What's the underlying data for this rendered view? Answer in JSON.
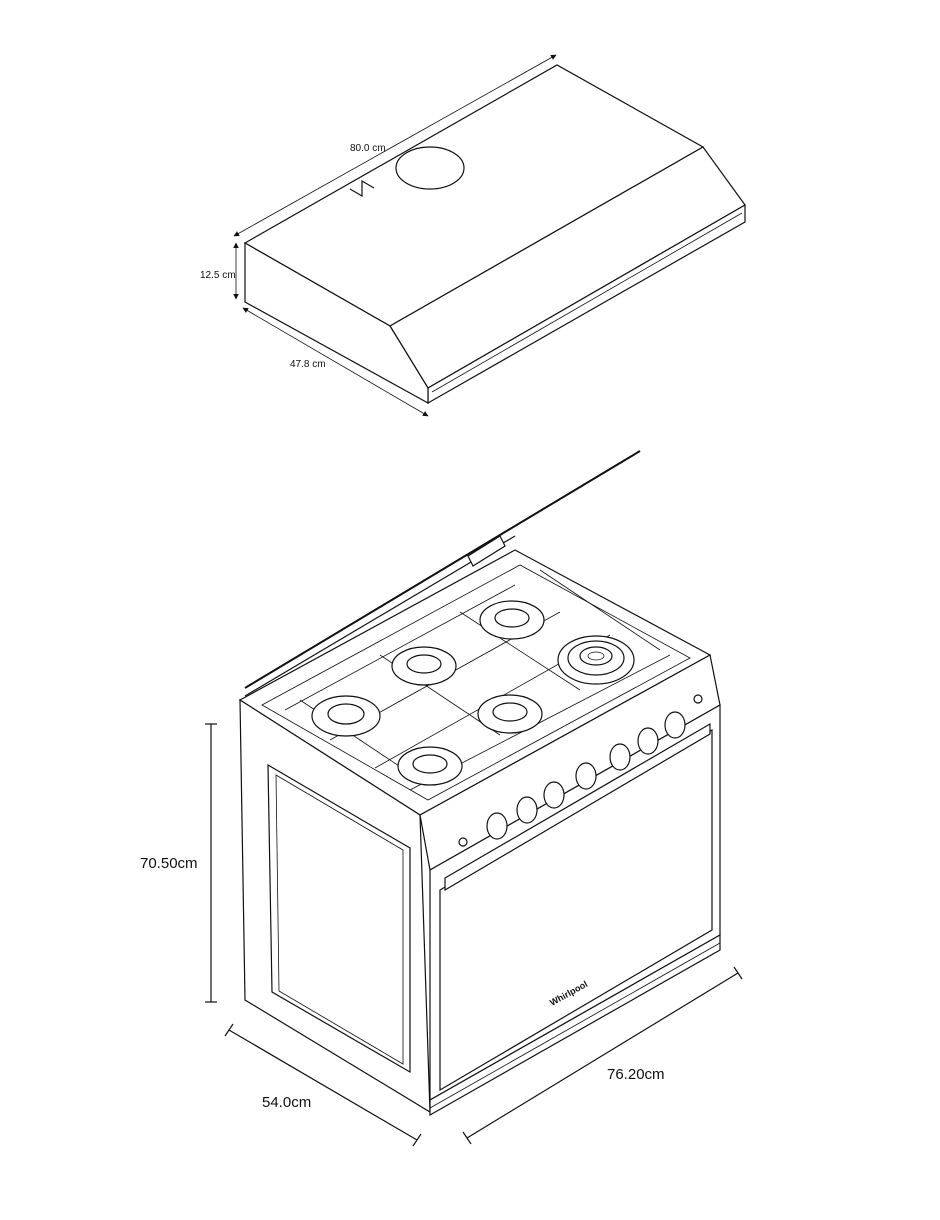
{
  "hood": {
    "width_label": "80.0 cm",
    "height_label": "12.5 cm",
    "depth_label": "47.8 cm"
  },
  "stove": {
    "height_label": "70.50cm",
    "depth_label": "54.0cm",
    "width_label": "76.20cm",
    "brand_logo": "Whirlpool"
  }
}
